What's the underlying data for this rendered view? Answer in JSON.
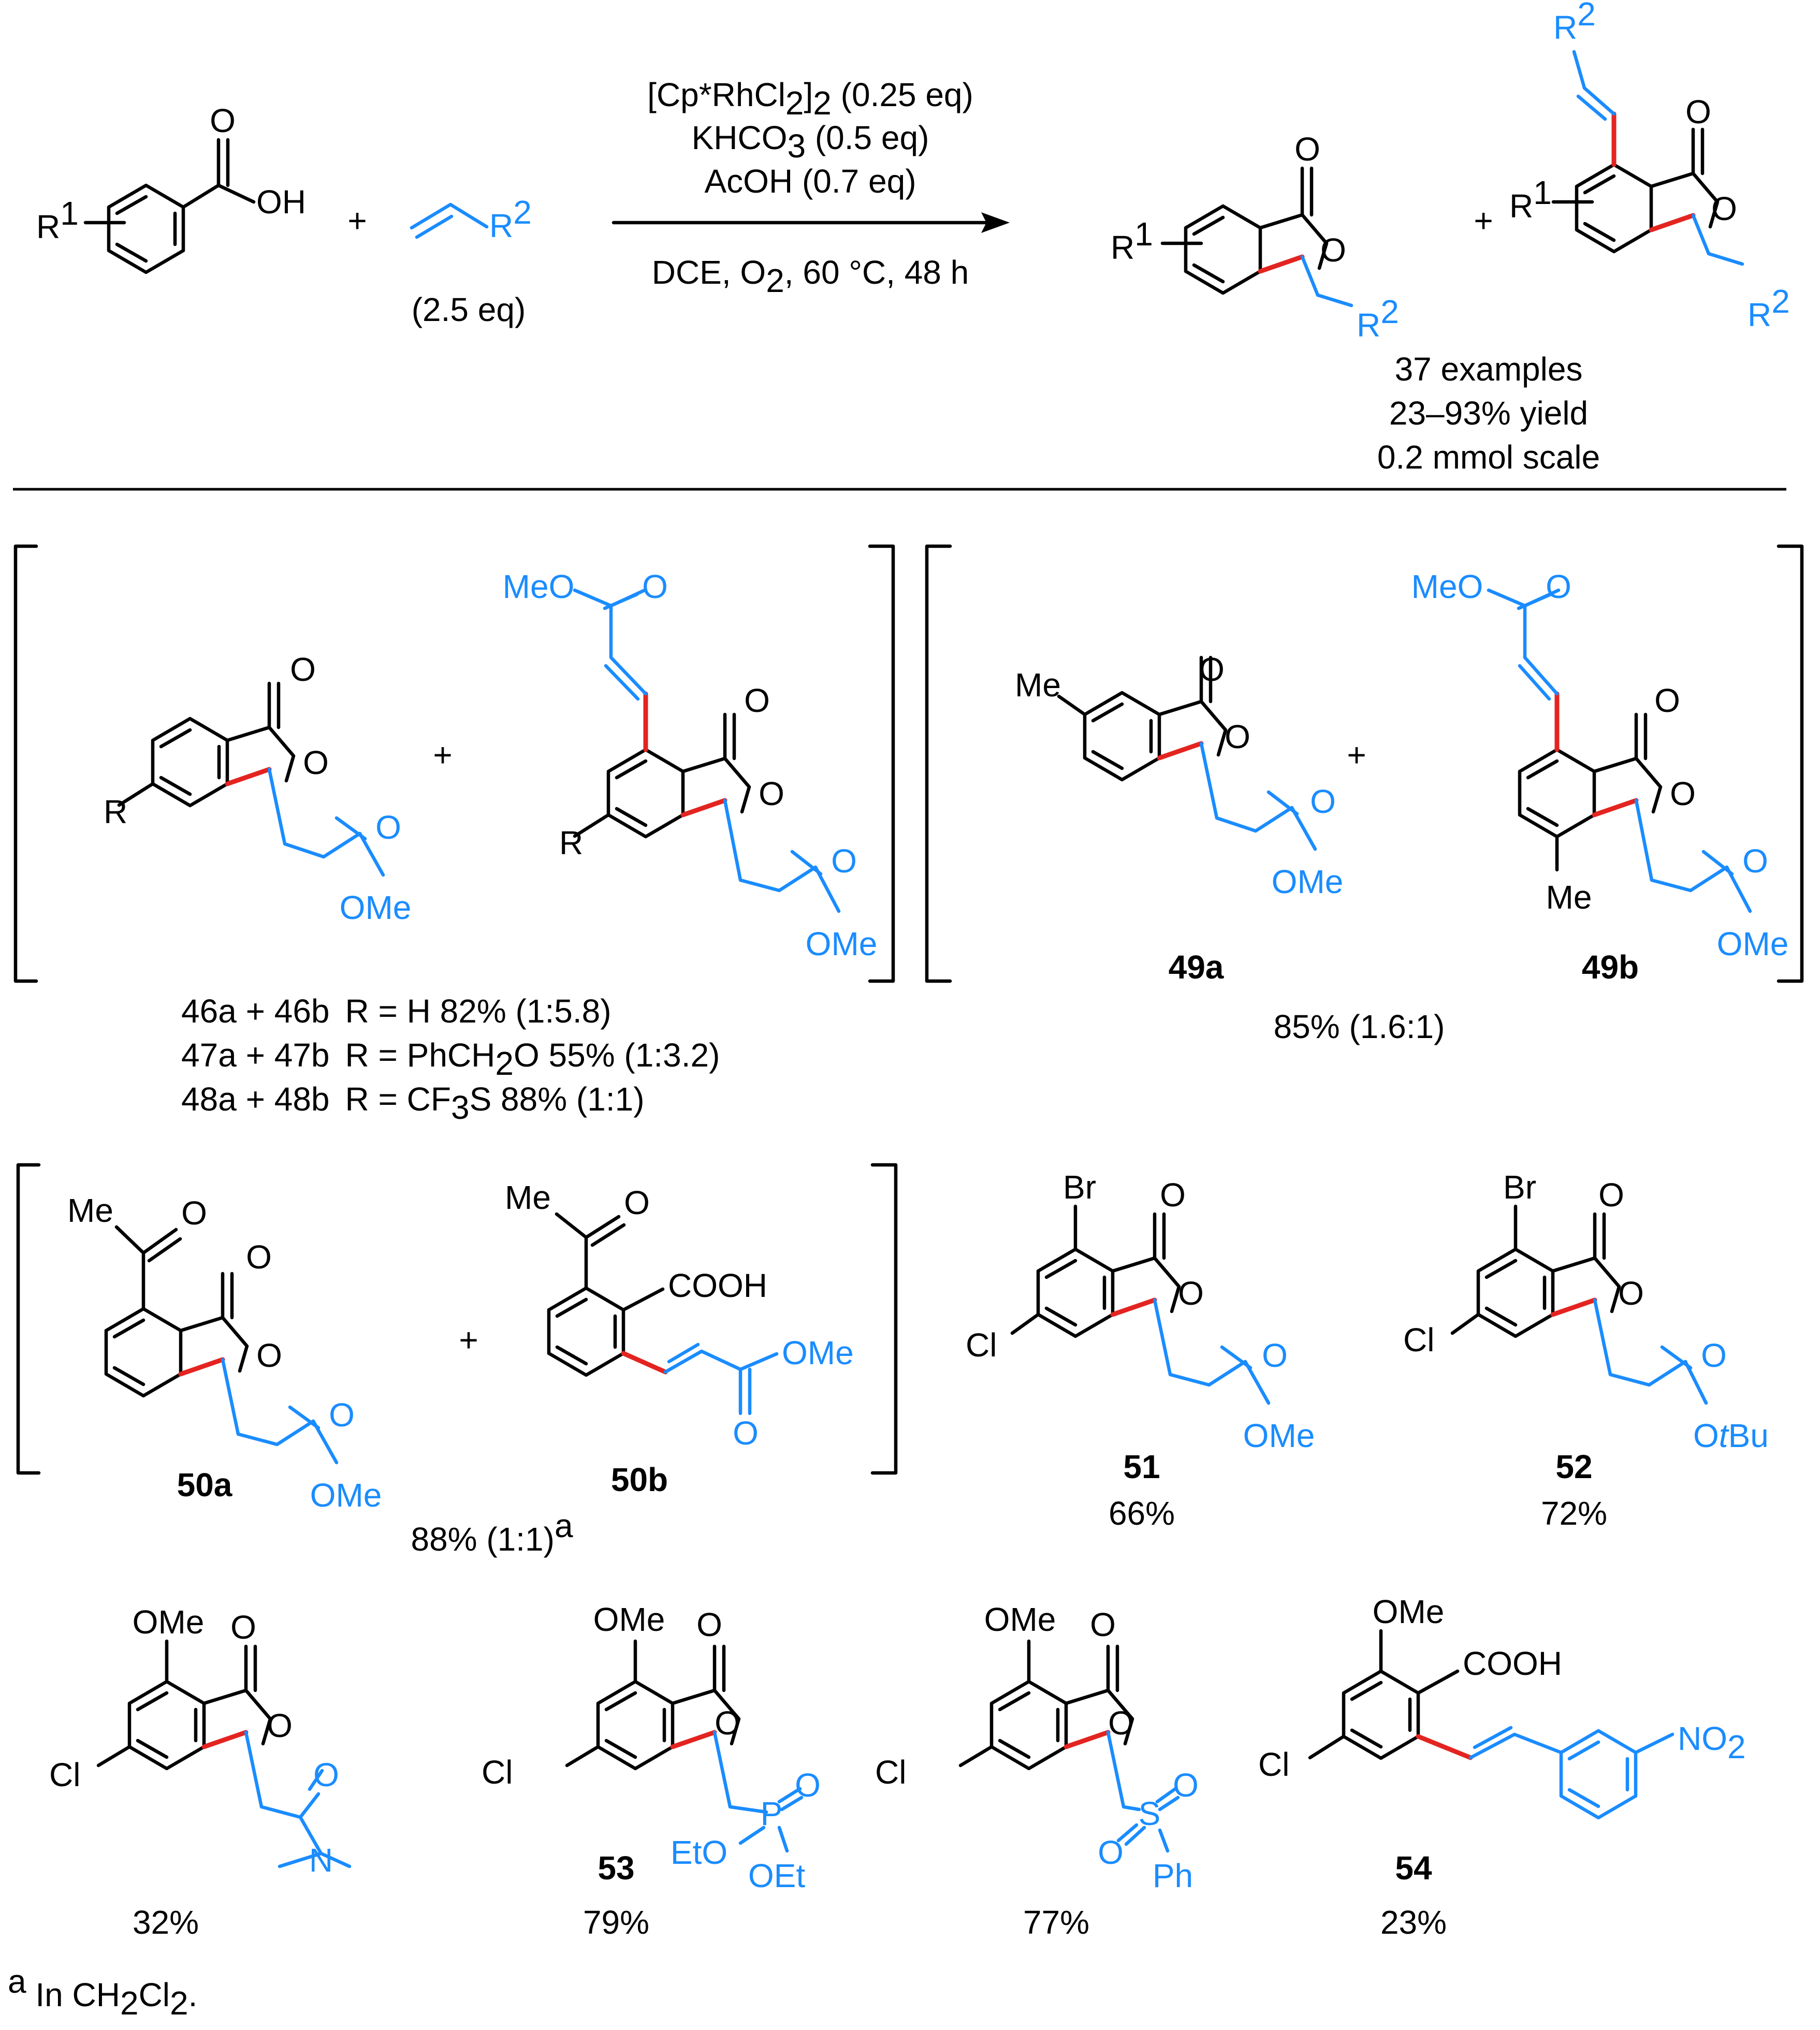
{
  "reaction": {
    "catalyst": [
      "[Cp*RhCl",
      "2",
      "]",
      "2",
      " (0.25 eq)"
    ],
    "base": [
      "KHCO",
      "3",
      " (0.5 eq)"
    ],
    "additive": "AcOH (0.7 eq)",
    "solvent_conditions": [
      "DCE, O",
      "2",
      ", 60 °C, 48 h"
    ],
    "alkene_equiv": "(2.5 eq)",
    "plus": "+",
    "acid_oh": "OH",
    "carbonyl_o": "O",
    "ring_o": "O",
    "r1": "R",
    "r1_sup": "1",
    "r2": "R",
    "r2_sup": "2",
    "summary": [
      "37 examples",
      "23–93% yield",
      "0.2 mmol scale"
    ]
  },
  "groups": {
    "meo": "MeO",
    "ome": "OMe",
    "me": "Me",
    "r": "R",
    "br": "Br",
    "cl": "Cl",
    "cooh": "COOH",
    "otbu_o": "O",
    "otbu_t": "t",
    "otbu_bu": "Bu",
    "eto": "EtO",
    "oet": "OEt",
    "p": "P",
    "s": "S",
    "ph": "Ph",
    "n": "N",
    "no2": [
      "NO",
      "2"
    ]
  },
  "compounds": {
    "c46": {
      "label": "46a + 46b",
      "desc": "R = H   82% (1:5.8)"
    },
    "c47": {
      "label": "47a + 47b",
      "desc_a": "R = PhCH",
      "desc_sub": "2",
      "desc_b": "O  55% (1:3.2)"
    },
    "c48": {
      "label": "48a + 48b",
      "desc_a": "R = CF",
      "desc_sub": "3",
      "desc_b": "S  88% (1:1)"
    },
    "c49a": {
      "label": "49a"
    },
    "c49b": {
      "label": "49b"
    },
    "c49_yield": "85% (1.6:1)",
    "c50a": {
      "label": "50a"
    },
    "c50b": {
      "label": "50b"
    },
    "c50_yield": "88% (1:1)",
    "c50_note": "a",
    "c51": {
      "label": "51",
      "yield": "66%"
    },
    "c52": {
      "label": "52",
      "yield": "72%"
    },
    "amide": {
      "yield": "32%"
    },
    "c53": {
      "label": "53",
      "yield": "79%"
    },
    "sulfone": {
      "yield": "77%"
    },
    "c54": {
      "label": "54",
      "yield": "23%"
    }
  },
  "footnote": {
    "mark": "a",
    "text_a": " In CH",
    "sub1": "2",
    "text_b": "Cl",
    "sub2": "2",
    "text_c": "."
  },
  "colors": {
    "new_bond": "#e32420",
    "alkene_fragment": "#1a8cff",
    "text": "#000000"
  }
}
